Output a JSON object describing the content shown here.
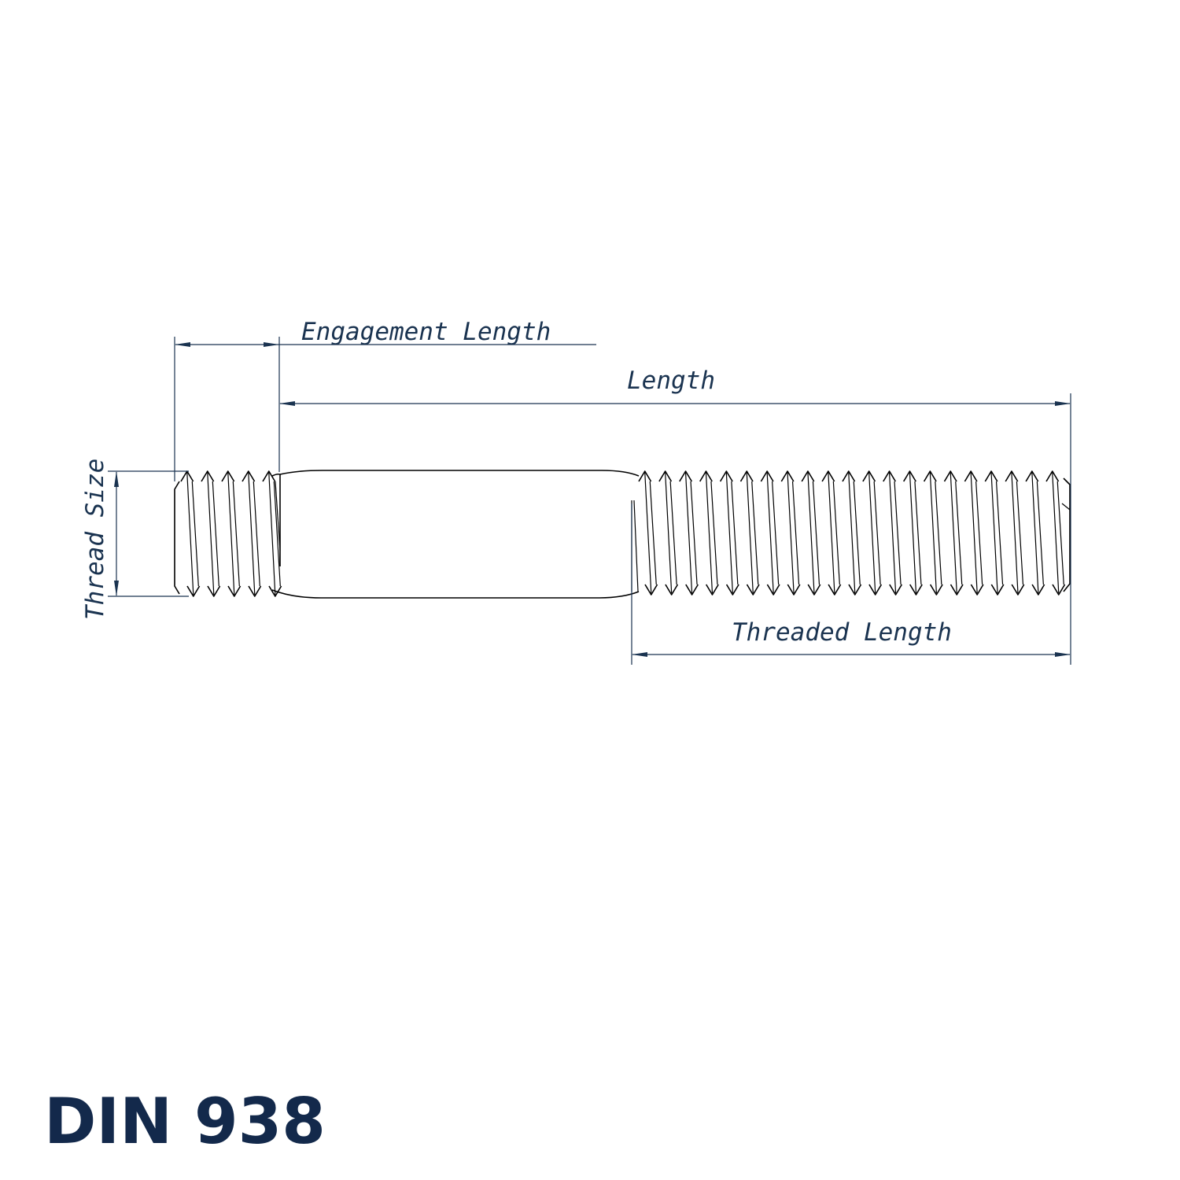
{
  "diagram": {
    "title": "DIN 938",
    "labels": {
      "engagement_length": "Engagement Length",
      "length": "Length",
      "thread_size": "Thread Size",
      "threaded_length": "Threaded Length"
    }
  },
  "colors": {
    "dimension": "#1a3350",
    "outline": "#000000",
    "title": "#13294b"
  }
}
